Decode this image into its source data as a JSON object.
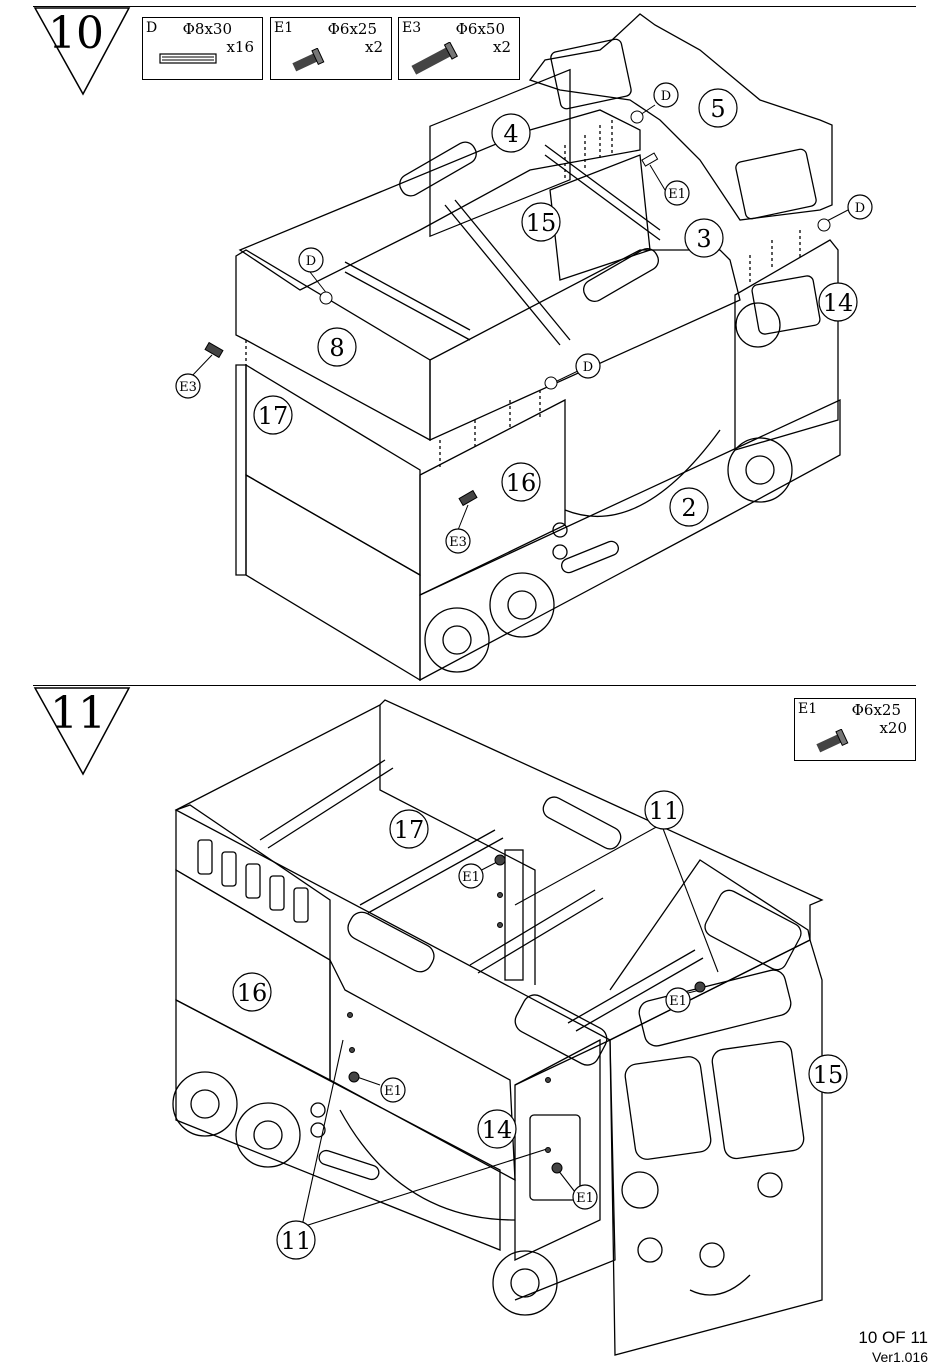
{
  "step10": {
    "number": "10",
    "hardware": [
      {
        "code": "D",
        "size": "Φ8x30",
        "qty": "x16",
        "icon": "dowel-icon"
      },
      {
        "code": "E1",
        "size": "Φ6x25",
        "qty": "x2",
        "icon": "bolt-short-icon"
      },
      {
        "code": "E3",
        "size": "Φ6x50",
        "qty": "x2",
        "icon": "bolt-long-icon"
      }
    ],
    "labels": {
      "p4": "4",
      "p5": "5",
      "p15": "15",
      "p3": "3",
      "p14": "14",
      "p8": "8",
      "p17": "17",
      "p16": "16",
      "p2": "2",
      "d1": "D",
      "d2": "D",
      "d3": "D",
      "d4": "D",
      "e1": "E1",
      "e3a": "E3",
      "e3b": "E3"
    }
  },
  "step11": {
    "number": "11",
    "hardware": [
      {
        "code": "E1",
        "size": "Φ6x25",
        "qty": "x20",
        "icon": "bolt-short-icon"
      }
    ],
    "labels": {
      "p17": "17",
      "p16": "16",
      "p14": "14",
      "p15": "15",
      "p11a": "11",
      "p11b": "11",
      "e1a": "E1",
      "e1b": "E1",
      "e1c": "E1",
      "e1d": "E1"
    }
  },
  "footer": {
    "page": "10 OF 11",
    "version": "Ver1.016"
  }
}
